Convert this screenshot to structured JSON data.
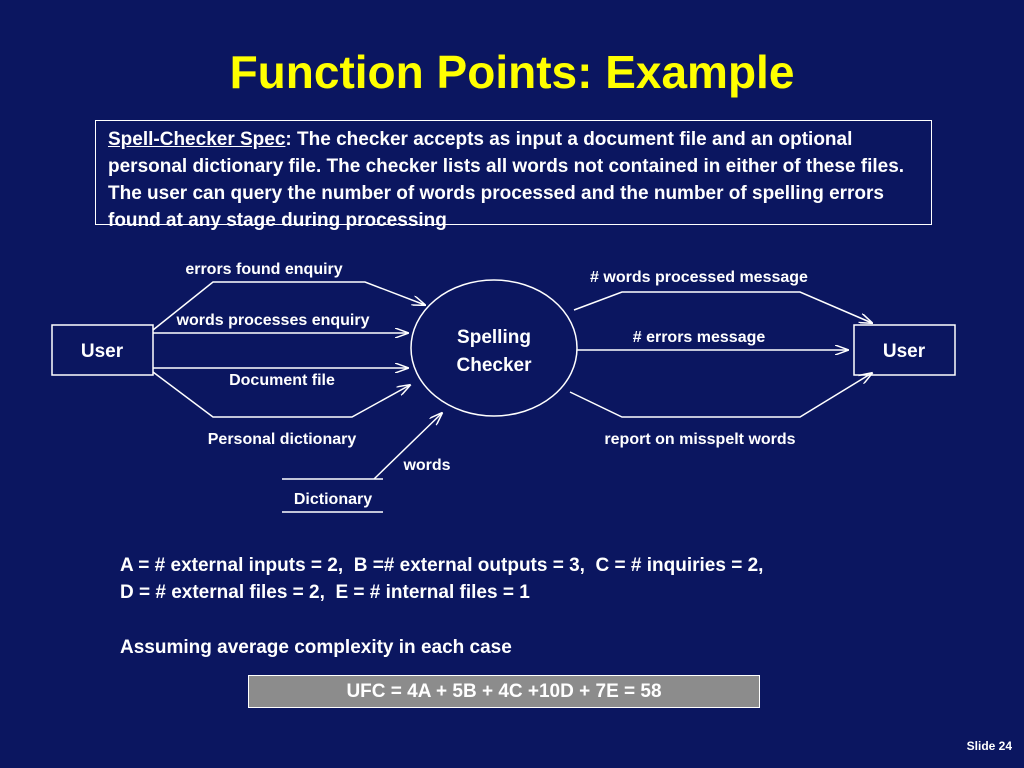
{
  "title": "Function Points: Example",
  "spec": {
    "label": "Spell-Checker Spec",
    "text": ": The checker accepts as input a document file and an optional personal dictionary file. The checker lists all words not contained in either of these files. The user can query the number of words processed and the number of spelling errors found at any stage during processing"
  },
  "diagram": {
    "left_box": "User",
    "right_box": "User",
    "process_line1": "Spelling",
    "process_line2": "Checker",
    "store_label": "Dictionary",
    "inputs": {
      "errors_found_enquiry": "errors found enquiry",
      "words_processes_enquiry": "words processes enquiry",
      "document_file": "Document file",
      "personal_dictionary": "Personal dictionary"
    },
    "outputs": {
      "words_processed_message": "# words processed message",
      "errors_message": "# errors message",
      "report_misspelt": "report on misspelt words"
    },
    "words_flow": "words"
  },
  "counts": {
    "line1": "A = # external inputs = 2,  B =# external outputs = 3,  C = # inquiries = 2,",
    "line2": "D = # external files = 2,  E = # internal files = 1"
  },
  "assumption": "Assuming average complexity in each case",
  "ufc": "UFC = 4A + 5B + 4C +10D + 7E = 58",
  "slide_number": "Slide 24",
  "colors": {
    "background": "#0b1660",
    "title": "#ffff00",
    "text": "#ffffff",
    "ufc_box": "#8c8c8c"
  }
}
